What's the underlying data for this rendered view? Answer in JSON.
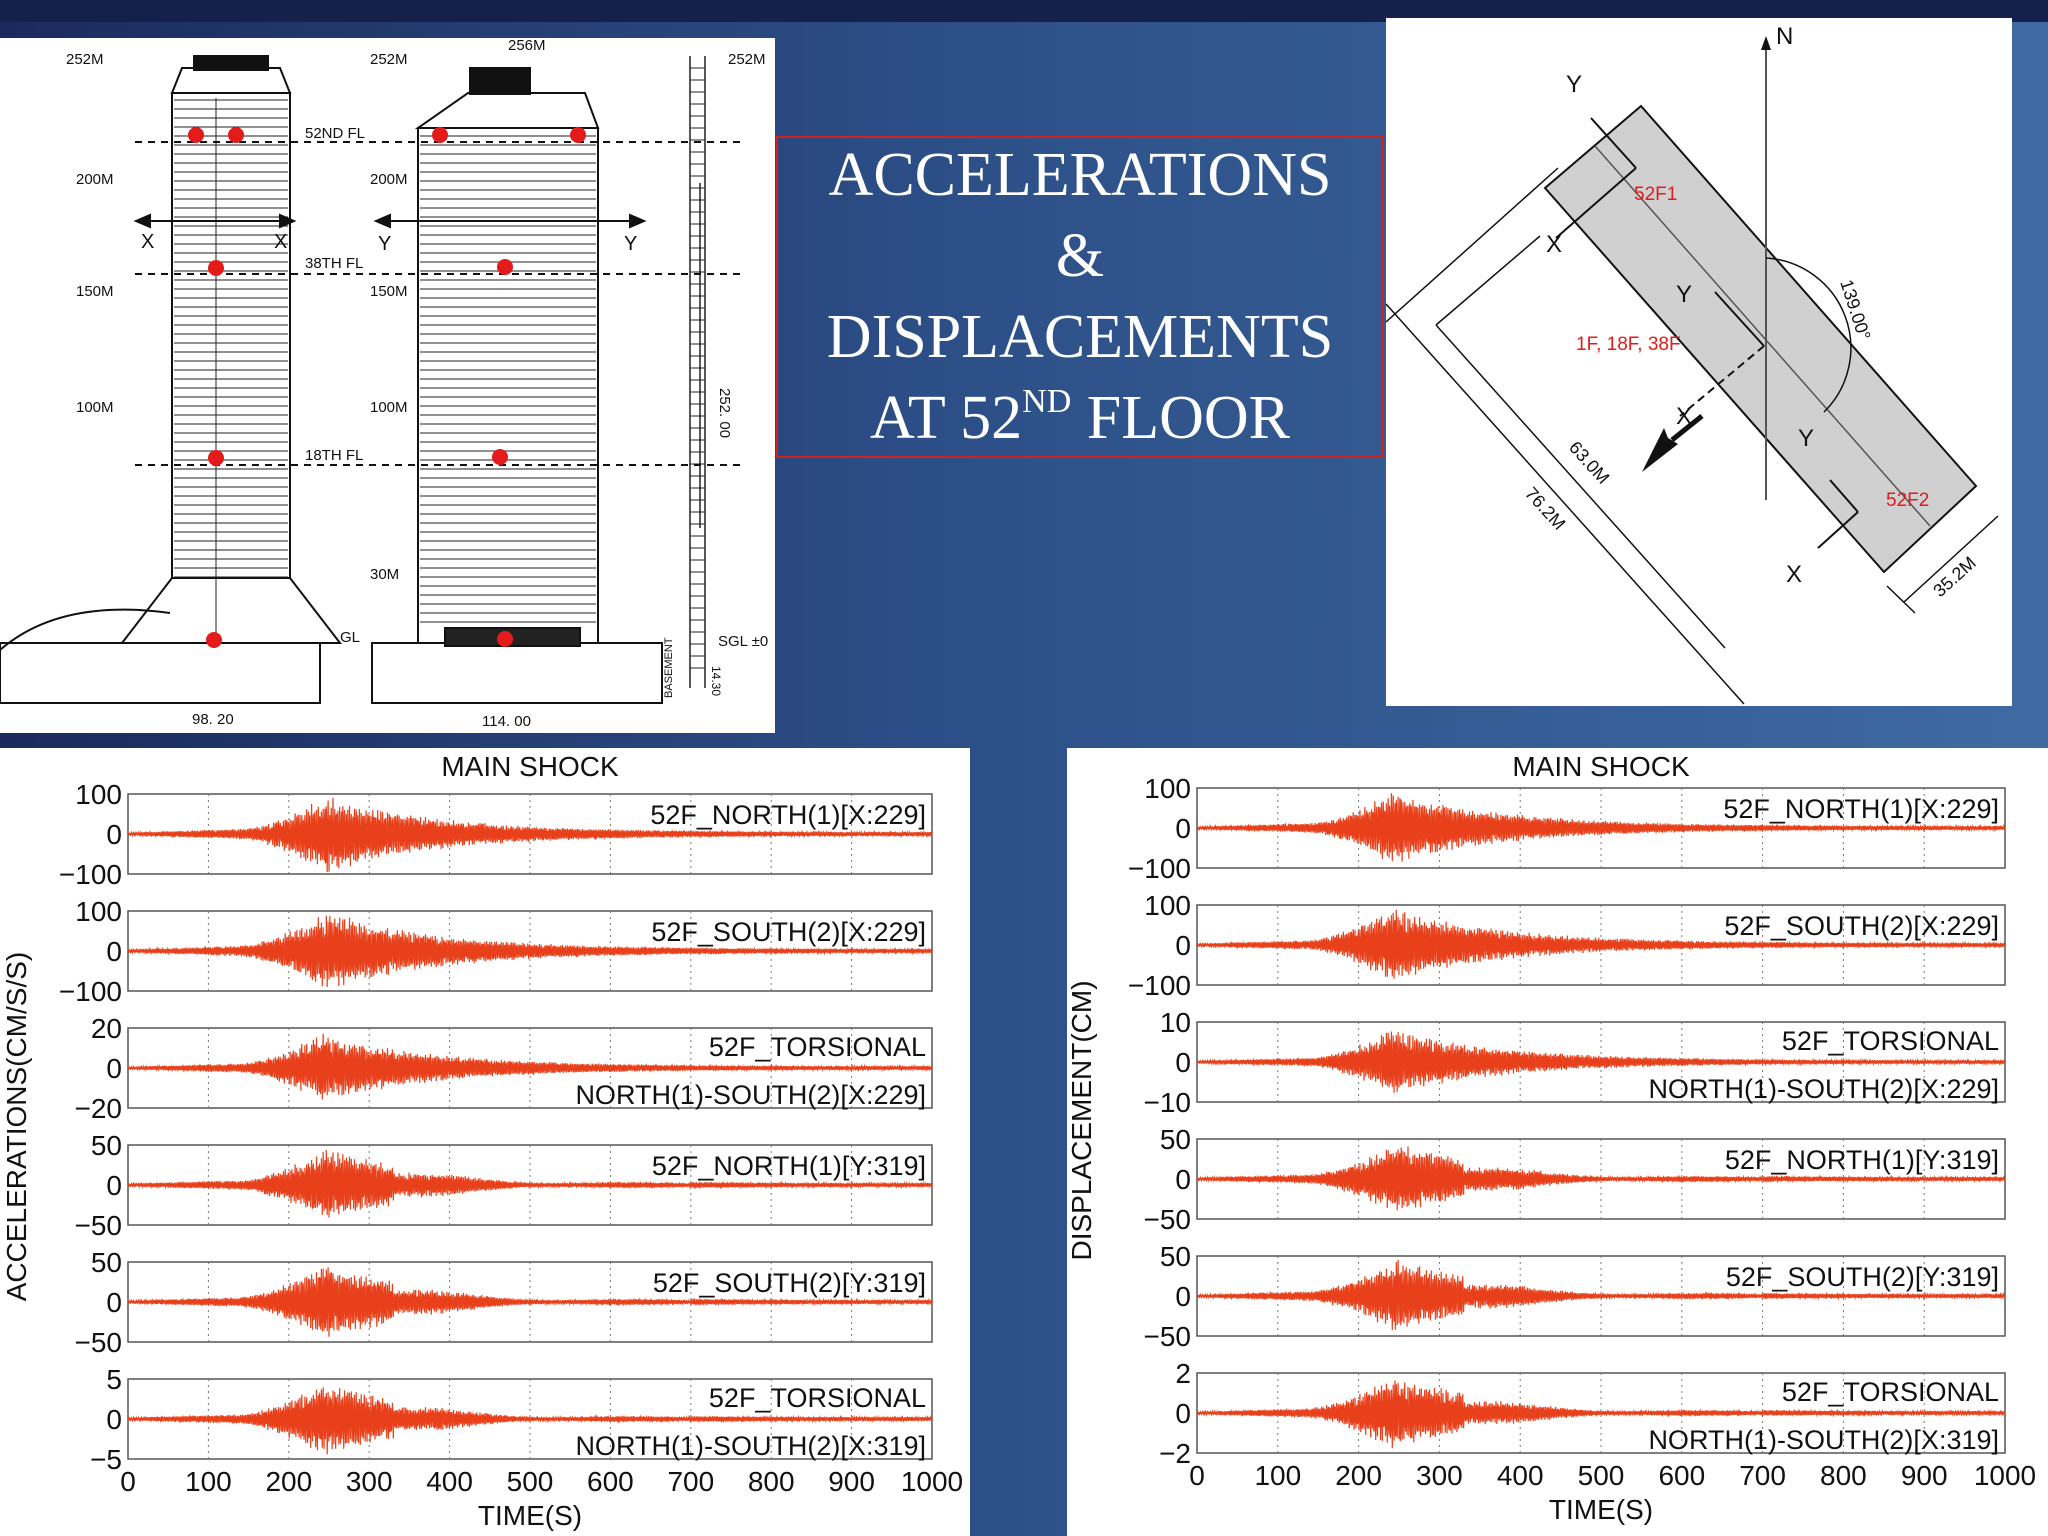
{
  "title": {
    "line1": "ACCELERATIONS",
    "line2": "&",
    "line3": "DISPLACEMENTS",
    "line4_prefix": "AT 52",
    "line4_sup": "ND",
    "line4_suffix": " FLOOR"
  },
  "elevation": {
    "levels": [
      "252M",
      "200M",
      "150M",
      "100M",
      "30M",
      "256M"
    ],
    "floors": [
      "52ND FL",
      "38TH FL",
      "18TH FL"
    ],
    "dims": [
      "98. 20",
      "114. 00",
      "252. 00"
    ],
    "gl": "GL",
    "sgl": "SGL ±0",
    "basement": "BASEMENT",
    "depth": "14.30",
    "x_axis": "X",
    "y_axis": "Y"
  },
  "plan": {
    "north": "N",
    "sensor_52f1": "52F1",
    "sensor_52f2": "52F2",
    "sensor_low": "1F, 18F, 38F",
    "angle": "139.00°",
    "dim_63": "63.0M",
    "dim_76": "76.2M",
    "dim_35": "35.2M",
    "x": "X",
    "y": "Y"
  },
  "chart_data": [
    {
      "type": "line",
      "title": "MAIN SHOCK",
      "xlabel": "TIME(S)",
      "ylabel": "ACCELERATIONS(CM/S/S)",
      "xlim": [
        0,
        1000
      ],
      "xticks": [
        "0",
        "100",
        "200",
        "300",
        "400",
        "500",
        "600",
        "700",
        "800",
        "900",
        "1000"
      ],
      "color": "#e8401a",
      "grid": true,
      "series": [
        {
          "name": "52F_NORTH(1)[X:229]",
          "ylim": [
            -100,
            100
          ],
          "yticks": [
            "100",
            "0",
            "−100"
          ],
          "peak": 95,
          "peak_time": 245
        },
        {
          "name": "52F_SOUTH(2)[X:229]",
          "ylim": [
            -100,
            100
          ],
          "yticks": [
            "100",
            "0",
            "−100"
          ],
          "peak": 98,
          "peak_time": 245
        },
        {
          "name": "52F_TORSIONAL",
          "name2": "NORTH(1)-SOUTH(2)[X:229]",
          "ylim": [
            -20,
            20
          ],
          "yticks": [
            "20",
            "0",
            "−20"
          ],
          "peak": 17,
          "peak_time": 240
        },
        {
          "name": "52F_NORTH(1)[Y:319]",
          "ylim": [
            -50,
            50
          ],
          "yticks": [
            "50",
            "0",
            "−50"
          ],
          "peak": 45,
          "peak_time": 245
        },
        {
          "name": "52F_SOUTH(2)[Y:319]",
          "ylim": [
            -50,
            50
          ],
          "yticks": [
            "50",
            "0",
            "−50"
          ],
          "peak": 47,
          "peak_time": 245
        },
        {
          "name": "52F_TORSIONAL",
          "name2": "NORTH(1)-SOUTH(2)[X:319]",
          "ylim": [
            -5,
            5
          ],
          "yticks": [
            "5",
            "0",
            "−5"
          ],
          "peak": 4.5,
          "peak_time": 240
        }
      ]
    },
    {
      "type": "line",
      "title": "MAIN SHOCK",
      "xlabel": "TIME(S)",
      "ylabel": "DISPLACEMENT(CM)",
      "xlim": [
        0,
        1000
      ],
      "xticks": [
        "0",
        "100",
        "200",
        "300",
        "400",
        "500",
        "600",
        "700",
        "800",
        "900",
        "1000"
      ],
      "color": "#e8401a",
      "grid": true,
      "series": [
        {
          "name": "52F_NORTH(1)[X:229]",
          "ylim": [
            -100,
            100
          ],
          "yticks": [
            "100",
            "0",
            "−100"
          ],
          "peak": 90,
          "peak_time": 240
        },
        {
          "name": "52F_SOUTH(2)[X:229]",
          "ylim": [
            -100,
            100
          ],
          "yticks": [
            "100",
            "0",
            "−100"
          ],
          "peak": 92,
          "peak_time": 240
        },
        {
          "name": "52F_TORSIONAL",
          "name2": "NORTH(1)-SOUTH(2)[X:229]",
          "ylim": [
            -10,
            10
          ],
          "yticks": [
            "10",
            "0",
            "−10"
          ],
          "peak": 8,
          "peak_time": 240
        },
        {
          "name": "52F_NORTH(1)[Y:319]",
          "ylim": [
            -50,
            50
          ],
          "yticks": [
            "50",
            "0",
            "−50"
          ],
          "peak": 44,
          "peak_time": 245
        },
        {
          "name": "52F_SOUTH(2)[Y:319]",
          "ylim": [
            -50,
            50
          ],
          "yticks": [
            "50",
            "0",
            "−50"
          ],
          "peak": 45,
          "peak_time": 245
        },
        {
          "name": "52F_TORSIONAL",
          "name2": "NORTH(1)-SOUTH(2)[X:319]",
          "ylim": [
            -2,
            2
          ],
          "yticks": [
            "2",
            "0",
            "−2"
          ],
          "peak": 1.8,
          "peak_time": 240
        }
      ]
    }
  ]
}
